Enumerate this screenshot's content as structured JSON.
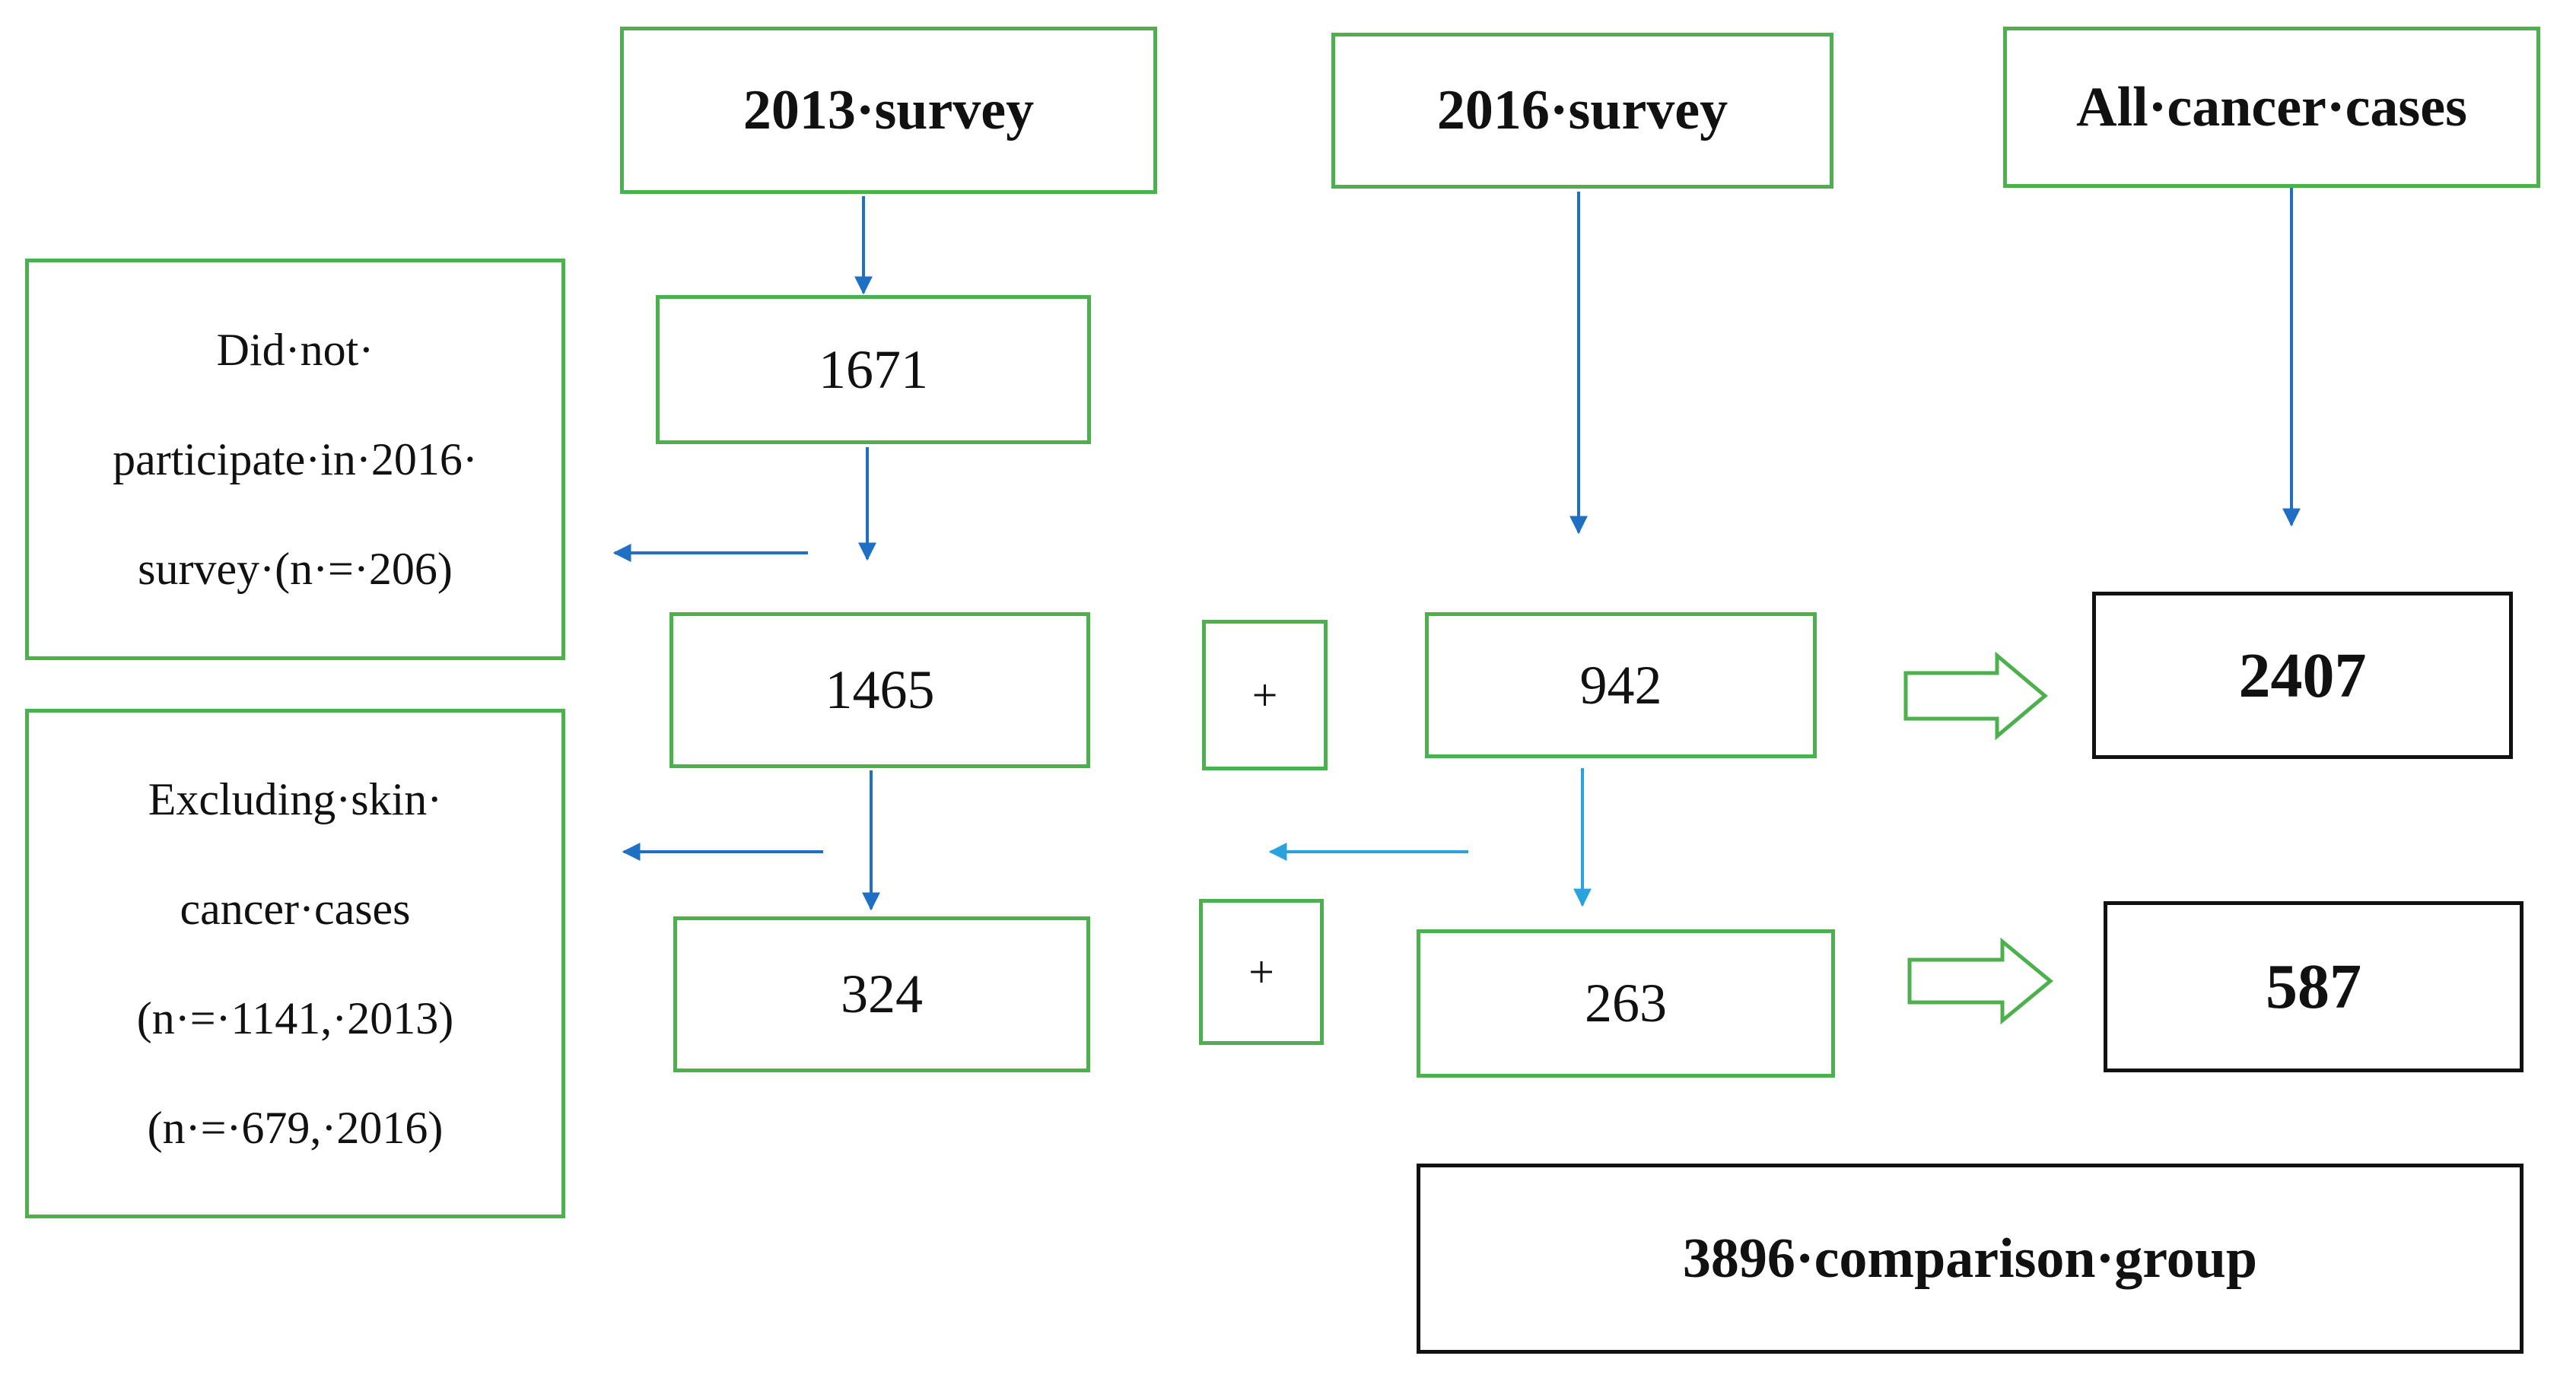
{
  "headers": {
    "survey_2013": "2013·survey",
    "survey_2016": "2016·survey",
    "all_cancer": "All·cancer·cases"
  },
  "counts": {
    "n_1671": "1671",
    "n_1465": "1465",
    "n_324": "324",
    "n_942": "942",
    "n_263": "263",
    "total_2407": "2407",
    "total_587": "587"
  },
  "exclusion_no_2016": {
    "line1": "Did·not·",
    "line2": "participate·in·2016·",
    "line3": "survey·(n·=·206)"
  },
  "exclusion_skin": {
    "line1": "Excluding·skin·",
    "line2": "cancer·cases",
    "line3": "(n·=·1141,·2013)",
    "line4": "(n·=·679,·2016)"
  },
  "plus_top": "+",
  "plus_bottom": "+",
  "comparison_group": "3896·comparison·group",
  "colors": {
    "box_green": "#4cb04c",
    "arrow_blue": "#1f6fc4",
    "arrow_light_blue": "#29a3dd",
    "border_black": "#111111"
  }
}
